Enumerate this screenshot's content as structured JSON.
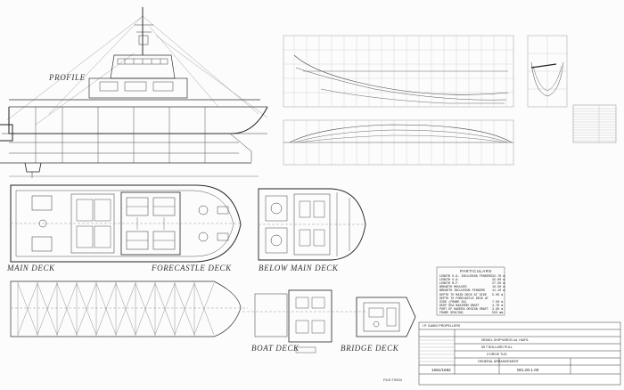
{
  "labels": {
    "profile": "PROFILE",
    "main_deck": "MAIN DECK",
    "forecastle_deck": "FORECASTLE DECK",
    "below_main_deck": "BELOW MAIN DECK",
    "boat_deck": "BOAT DECK",
    "bridge_deck": "BRIDGE DECK",
    "file_ref": "FILE:T9004"
  },
  "particulars": {
    "title": "PARTICULARS",
    "rows": [
      {
        "name": "LENGTH O.A. INCLUDING FENDERS",
        "value": "32.70 m"
      },
      {
        "name": "LENGTH O.A.",
        "value": "32.00 m"
      },
      {
        "name": "LENGTH B.P.",
        "value": "27.50 m"
      },
      {
        "name": "BREADTH MOULDED",
        "value": "10.50 m"
      },
      {
        "name": "BREADTH INCLUDING FENDERS",
        "value": "11.10 m"
      },
      {
        "name": "DEPTH TO MAIN DECK AT SIDE",
        "value": "5.00 m"
      },
      {
        "name": "DEPTH TO FORECASTLE DECK AT",
        "value": ""
      },
      {
        "name": "SIDE (FRAME 38)",
        "value": "7.50 m"
      },
      {
        "name": "DEEP SEA MAXIMUM DRAFT",
        "value": "4.70 m"
      },
      {
        "name": "PORT OF HADERA DESIGN DRAFT",
        "value": "3.90 m"
      },
      {
        "name": "FRAME SPACING",
        "value": "550 mm"
      }
    ]
  },
  "title_block": {
    "designer": "I.P. GAIBO PROPELLERS",
    "project": "ISRAEL SHIPYARDS Ltd. HAIFA",
    "subtitle": "55 T BOLLARD PULL",
    "subtitle2": "Z DRIVE TUG",
    "drawing_title": "GENERAL ARRANGEMENT",
    "hull_no": "1681/1682",
    "drawing_no": "001.00.1.00"
  }
}
